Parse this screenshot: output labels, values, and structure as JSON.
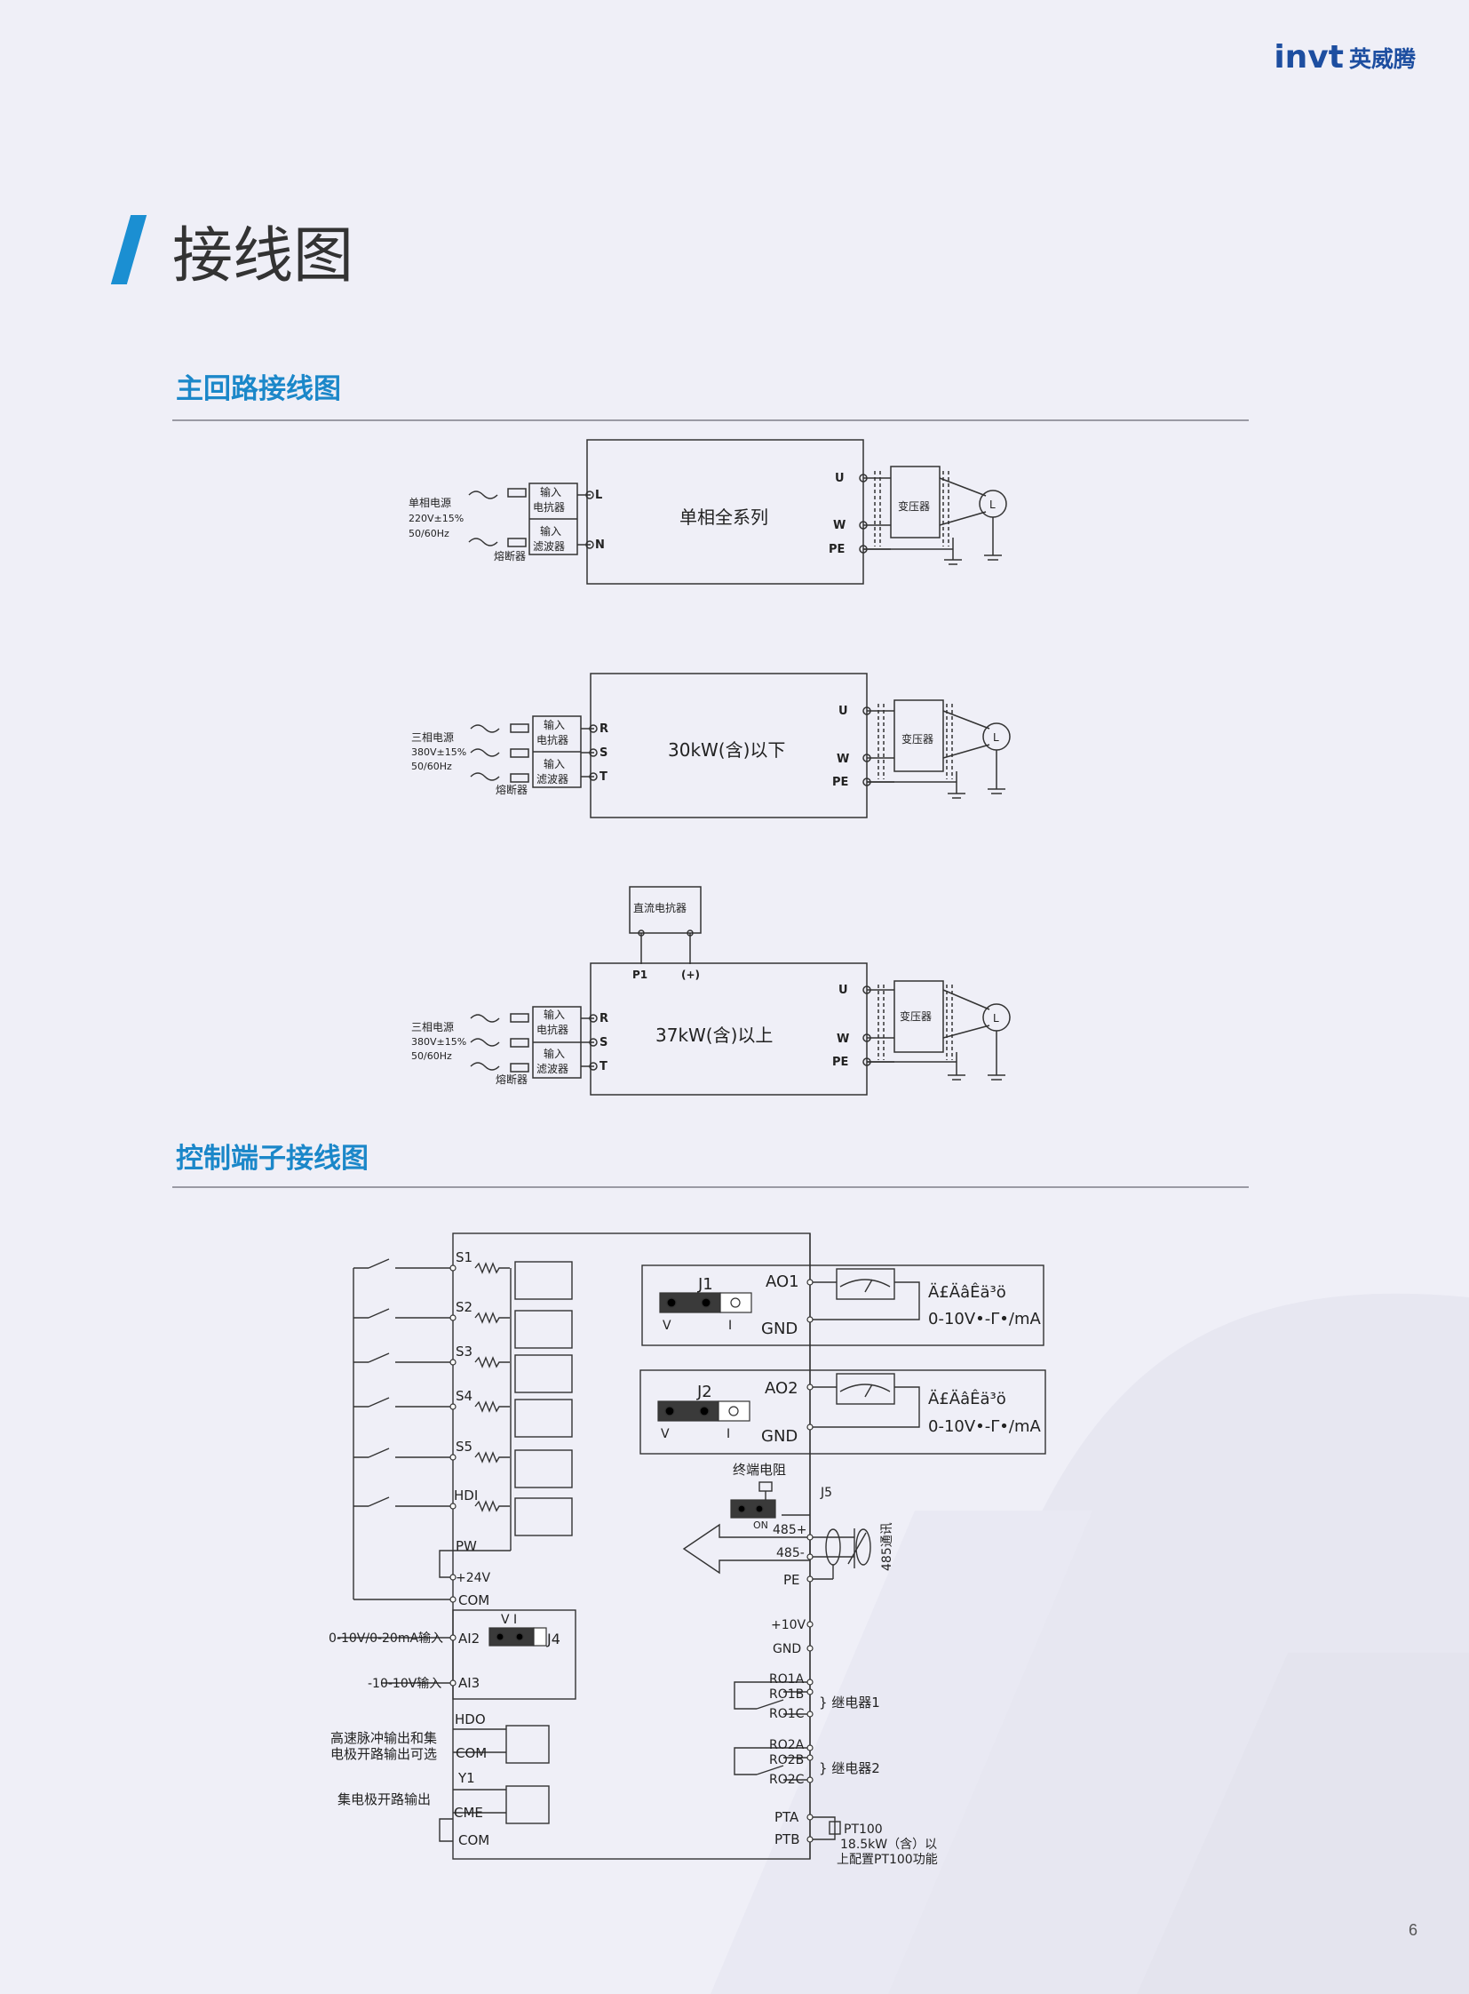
{
  "logo": {
    "latin": "invt",
    "chinese": "英威腾"
  },
  "page_title": "接线图",
  "sections": {
    "main": "主回路接线图",
    "control": "控制端子接线图"
  },
  "diagram1": {
    "source": [
      "单相电源",
      "220V±15%",
      "50/60Hz"
    ],
    "fuse": "熔断器",
    "reactor": [
      "输入",
      "电抗器"
    ],
    "filter": [
      "输入",
      "滤波器"
    ],
    "in_terminals": [
      "L",
      "N"
    ],
    "label": "单相全系列",
    "out_terminals": [
      "U",
      "W",
      "PE"
    ],
    "transformer": "变压器",
    "motor": "L"
  },
  "diagram2": {
    "source": [
      "三相电源",
      "380V±15%",
      "50/60Hz"
    ],
    "fuse": "熔断器",
    "reactor": [
      "输入",
      "电抗器"
    ],
    "filter": [
      "输入",
      "滤波器"
    ],
    "in_terminals": [
      "R",
      "S",
      "T"
    ],
    "label": "30kW(含)以下",
    "out_terminals": [
      "U",
      "W",
      "PE"
    ],
    "transformer": "变压器",
    "motor": "L"
  },
  "diagram3": {
    "dc_reactor": "直流电抗器",
    "dc_terminals": [
      "P1",
      "(+)"
    ],
    "source": [
      "三相电源",
      "380V±15%",
      "50/60Hz"
    ],
    "fuse": "熔断器",
    "reactor": [
      "输入",
      "电抗器"
    ],
    "filter": [
      "输入",
      "滤波器"
    ],
    "in_terminals": [
      "R",
      "S",
      "T"
    ],
    "label": "37kW(含)以上",
    "out_terminals": [
      "U",
      "W",
      "PE"
    ],
    "transformer": "变压器",
    "motor": "L"
  },
  "control": {
    "inputs": [
      "S1",
      "S2",
      "S3",
      "S4",
      "S5",
      "HDI"
    ],
    "pw": "PW",
    "p24": "+24V",
    "com": "COM",
    "ai2_label": "0-10V/0-20mA输入",
    "ai2": "AI2",
    "ai3_label": "-10-10V输入",
    "ai3": "AI3",
    "j4": "J4",
    "j4_vi": "V  I",
    "hdo": "HDO",
    "hdo_label1": "高速脉冲输出和集",
    "hdo_label2": "电极开路输出可选",
    "com2": "COM",
    "y1": "Y1",
    "y1_label": "集电极开路输出",
    "cme": "CME",
    "com3": "COM",
    "j1": "J1",
    "ao1": "AO1",
    "gnd": "GND",
    "v": "V",
    "i": "I",
    "meter_text1": "Ä£ÄâÊä³ö",
    "meter_text2": "0-10V•-Γ•/mA",
    "j2": "J2",
    "ao2": "AO2",
    "term_res": "终端电阻",
    "j5": "J5",
    "on": "ON",
    "rs485p": "485+",
    "rs485n": "485-",
    "pe": "PE",
    "comm485": "485通讯",
    "p10v": "+10V",
    "gnd2": "GND",
    "ro1a": "RO1A",
    "ro1b": "RO1B",
    "ro1c": "RO1C",
    "relay1": "} 继电器1",
    "ro2a": "RO2A",
    "ro2b": "RO2B",
    "ro2c": "RO2C",
    "relay2": "} 继电器2",
    "pta": "PTA",
    "ptb": "PTB",
    "pt_note1": "PT100",
    "pt_note2": "18.5kW（含）以",
    "pt_note3": "上配置PT100功能"
  },
  "page_number": "6"
}
